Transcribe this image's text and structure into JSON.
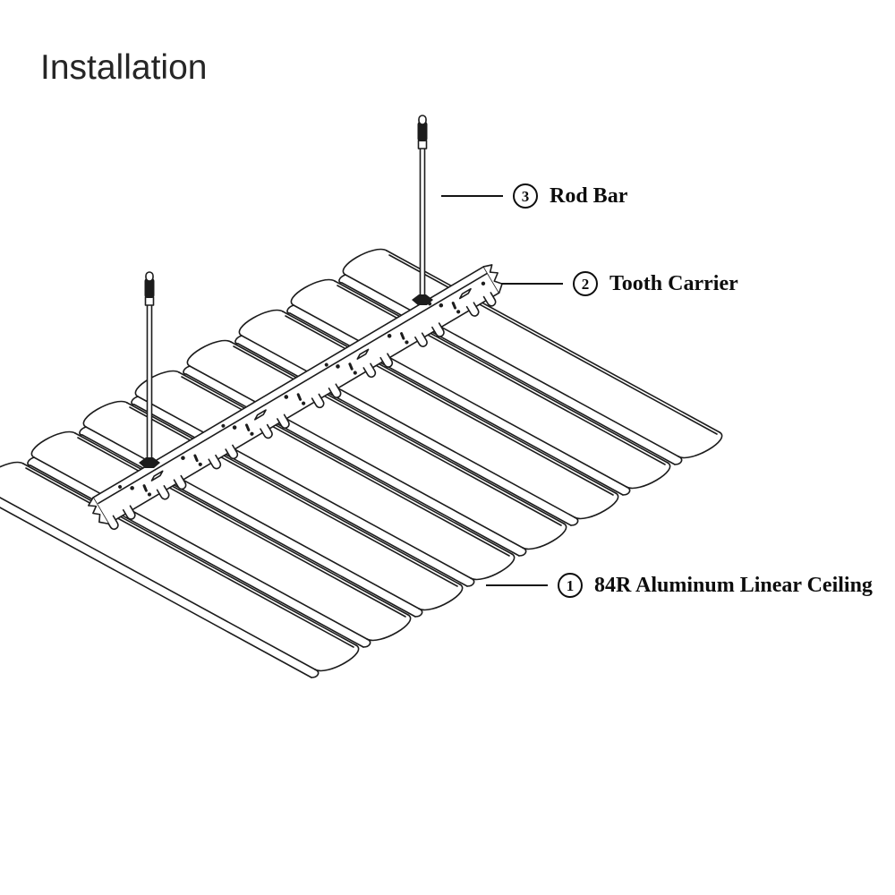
{
  "title": "Installation",
  "diagram": {
    "callouts": [
      {
        "marker": "3",
        "text": "Rod Bar"
      },
      {
        "marker": "2",
        "text": "Tooth Carrier"
      },
      {
        "marker": "1",
        "text": "84R Aluminum Linear Ceiling"
      }
    ],
    "colors": {
      "line": "#1c1c1c",
      "background": "#ffffff"
    }
  }
}
